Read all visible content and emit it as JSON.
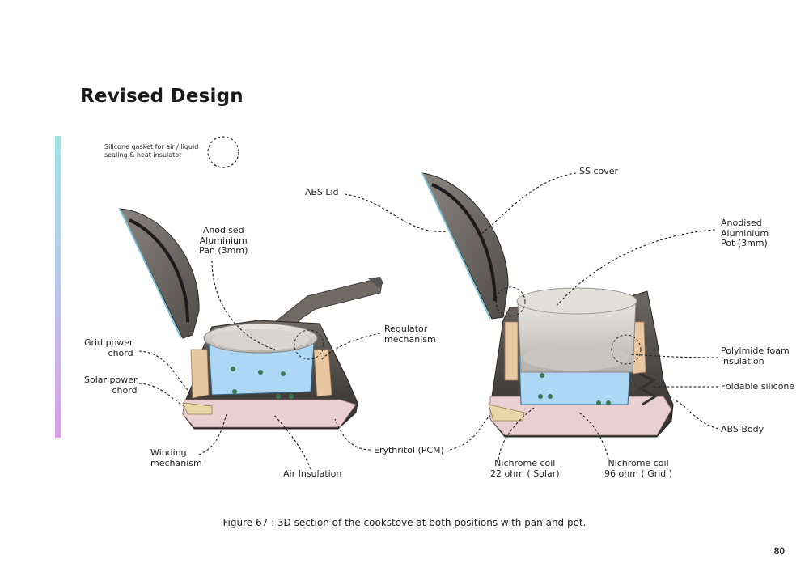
{
  "page": {
    "title": "Revised Design",
    "caption": "Figure 67 : 3D section of the cookstove at both positions with pan and pot.",
    "page_number": "80",
    "accent_gradient": [
      "#9fe3e3",
      "#b7c9ea",
      "#d79ee6"
    ]
  },
  "legend": {
    "gasket": "Silicone gasket for air / liquid\nsealing & heat insulator"
  },
  "left_labels": {
    "pan": "Anodised\nAluminium\nPan (3mm)",
    "regulator": "Regulator\nmechanism",
    "grid_power": "Grid power\nchord",
    "solar_power": "Solar power\nchord",
    "winding": "Winding\nmechanism",
    "air_insulation": "Air Insulation",
    "erythritol": "Erythritol (PCM)"
  },
  "right_labels": {
    "abs_lid": "ABS Lid",
    "ss_cover": "SS cover",
    "pot": "Anodised\nAluminium\nPot (3mm)",
    "polyimide": "Polyimide foam\ninsulation",
    "foldable": "Foldable silicone",
    "abs_body": "ABS Body",
    "coil_solar": "Nichrome coil\n22 ohm ( Solar)",
    "coil_grid": "Nichrome coil\n96 ohm ( Grid )"
  }
}
